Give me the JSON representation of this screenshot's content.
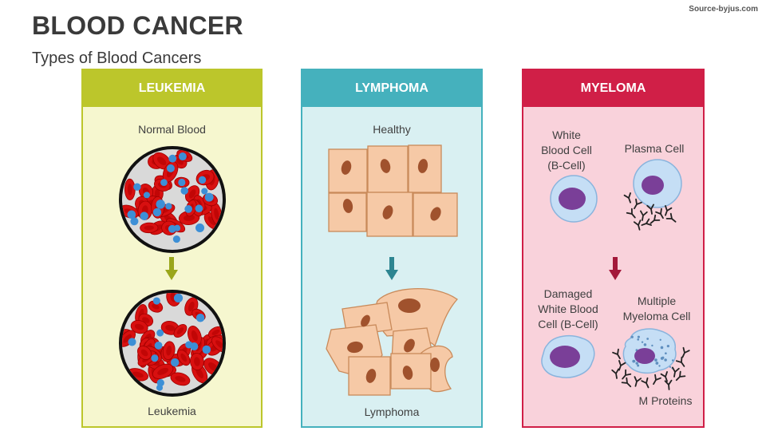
{
  "header": {
    "title": "BLOOD CANCER",
    "subtitle": "Types of Blood Cancers",
    "source": "Source-byjus.com"
  },
  "colors": {
    "leukemia": "#bcc62b",
    "lymphoma": "#45b1bd",
    "myeloma": "#d01f47"
  },
  "panels": {
    "leukemia": {
      "heading": "LEUKEMIA",
      "top_label": "Normal Blood",
      "bottom_label": "Leukemia"
    },
    "lymphoma": {
      "heading": "LYMPHOMA",
      "top_label": "Healthy",
      "bottom_label": "Lymphoma"
    },
    "myeloma": {
      "heading": "MYELOMA",
      "white_blood_cell": "White\nBlood Cell\n(B-Cell)",
      "plasma_cell": "Plasma Cell",
      "damaged_cell": "Damaged\nWhite Blood\nCell (B-Cell)",
      "myeloma_cell": "Multiple\nMyeloma Cell",
      "m_proteins": "M Proteins"
    }
  }
}
